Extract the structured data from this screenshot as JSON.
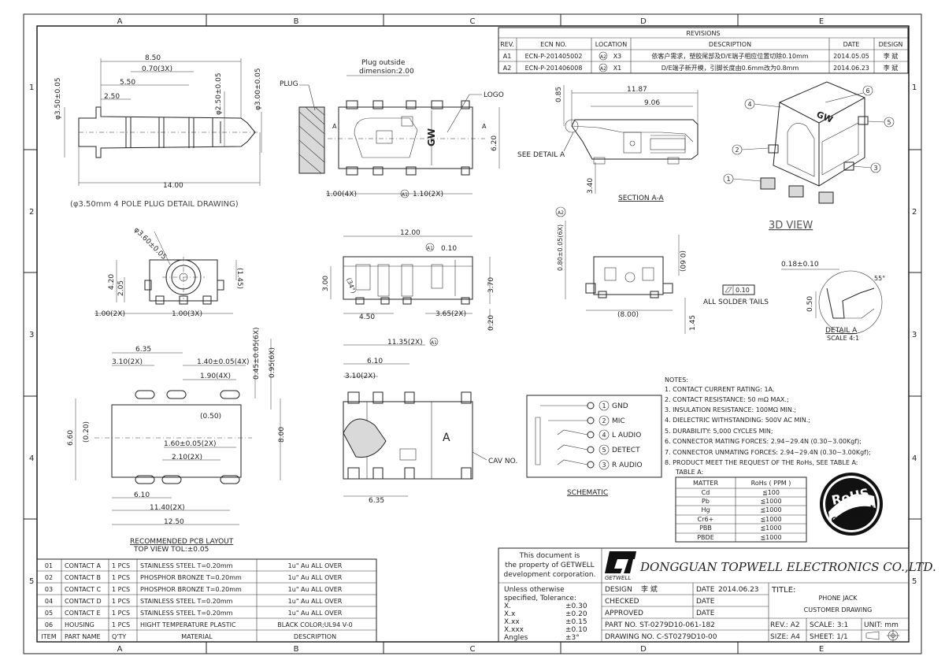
{
  "border": {
    "cols": [
      "A",
      "B",
      "C",
      "D",
      "E"
    ],
    "rows": [
      "1",
      "2",
      "3",
      "4",
      "5"
    ]
  },
  "revisions": {
    "title": "REVISIONS",
    "headers": [
      "REV.",
      "ECN NO.",
      "LOCATION",
      "DESCRIPTION",
      "DATE",
      "DESIGN"
    ],
    "rows": [
      {
        "rev": "A1",
        "ecn": "ECN-P-201405002",
        "loc_ref": "A2",
        "loc_dir": "X3",
        "desc": "依客户需求，塑胶尾部及D/E端子相应位置切除0.10mm",
        "date": "2014.05.05",
        "design": "李 斌"
      },
      {
        "rev": "A2",
        "ecn": "ECN-P-201406008",
        "loc_ref": "A2",
        "loc_dir": "X1",
        "desc": "D/E端子新开模，引脚长度由0.6mm改为0.8mm",
        "date": "2014.06.23",
        "design": "李 斌"
      }
    ]
  },
  "plug": {
    "d_350": "φ3.50±0.05",
    "d_250": "φ2.50±0.05",
    "d_300": "φ3.00±0.05",
    "l_850": "8.50",
    "l_070": "0.70(3X)",
    "l_550": "5.50",
    "l_250": "2.50",
    "l_1400": "14.00",
    "caption": "(φ3.50mm 4 POLE PLUG DETAIL DRAWING)"
  },
  "top_view": {
    "plug_outside": "Plug outside",
    "dimension": "dimension:2.00",
    "plug_label": "PLUG",
    "logo_label": "LOGO",
    "logo_text": "GW",
    "section_mark": "A",
    "dim_620": "6.20",
    "dim_100": "1.00(4X)",
    "dim_110_ref": "A1",
    "dim_110": "1.10(2X)"
  },
  "section": {
    "d_1187": "11.87",
    "d_906": "9.06",
    "d_085": "0.85",
    "d_340": "3.40",
    "see_detail": "SEE DETAIL A",
    "title": "SECTION A-A"
  },
  "view3d": {
    "title": "3D VIEW",
    "logo": "GW",
    "callouts": [
      "1",
      "2",
      "3",
      "4",
      "5",
      "6"
    ]
  },
  "front_view": {
    "d_360": "φ3.60±0.05",
    "d_420": "4.20",
    "d_205": "2.05",
    "d_145": "(1.45)",
    "d_100_2x": "1.00(2X)",
    "d_100_3x": "1.00(3X)"
  },
  "side_view": {
    "d_1200": "12.00",
    "a1_ref": "A1",
    "d_010": "0.10",
    "d_300": "3.00",
    "d_341": "(34°)",
    "d_450": "4.50",
    "d_365": "3.65(2X)",
    "d_370": "3.70",
    "d_020": "0.20"
  },
  "end_view": {
    "a2_ref": "A2",
    "d_080": "0.80±0.05(6X)",
    "d_060": "(0.60)",
    "flat_val": "0.10",
    "solder": "ALL SOLDER TAILS",
    "d_800": "(8.00)",
    "d_145": "1.45"
  },
  "detail_a": {
    "d_018": "0.18±0.10",
    "angle": "55°",
    "d_050": "0.50",
    "title": "DETAIL A",
    "scale": "SCALE 4:1"
  },
  "pcb": {
    "d_635": "6.35",
    "d_310": "3.10(2X)",
    "d_140": "1.40±0.05(4X)",
    "d_190": "1.90(4X)",
    "d_045": "0.45±0.05(6X)",
    "d_095": "0.95(6X)",
    "d_020": "(0.20)",
    "d_050": "(0.50)",
    "d_660": "6.60",
    "d_160": "1.60±0.05(2X)",
    "d_210": "2.10(2X)",
    "d_800": "8.00",
    "d_610": "6.10",
    "d_1140": "11.40(2X)",
    "d_1250": "12.50",
    "title": "RECOMMENDED PCB LAYOUT",
    "subtitle": "TOP VIEW TOL:±0.05"
  },
  "bottom_view": {
    "d_1135": "11.35(2X)",
    "a1_ref": "A1",
    "d_610": "6.10",
    "d_310": "3.10(2X)",
    "d_635": "6.35",
    "cav": "CAV NO.",
    "mark": "A"
  },
  "schematic": {
    "title": "SCHEMATIC",
    "pins": [
      {
        "n": "1",
        "label": "GND"
      },
      {
        "n": "2",
        "label": "MIC"
      },
      {
        "n": "4",
        "label": "L AUDIO"
      },
      {
        "n": "5",
        "label": "DETECT"
      },
      {
        "n": "3",
        "label": "R AUDIO"
      }
    ]
  },
  "notes": {
    "title": "NOTES:",
    "items": [
      "1. CONTACT CURRENT RATING: 1A.",
      "2. CONTACT RESISTANCE: 50 mΩ MAX.;",
      "3. INSULATION RESISTANCE: 100MΩ MIN.;",
      "4. DIELECTRIC WITHSTANDING: 500V AC MIN.;",
      "5. DURABILITY: 5,000 CYCLES MIN;",
      "6. CONNECTOR MATING FORCES: 2.94~29.4N (0.30~3.00Kgf);",
      "7. CONNECTOR UNMATING FORCES: 2.94~29.4N (0.30~3.00Kgf);",
      "8. PRODUCT MEET THE REQUEST OF THE RoHs, SEE TABLE A:"
    ],
    "table_title": "TABLE A:"
  },
  "rohs_table": {
    "headers": [
      "MATTER",
      "RoHs ( PPM )"
    ],
    "rows": [
      [
        "Cd",
        "≦100"
      ],
      [
        "Pb",
        "≦1000"
      ],
      [
        "Hg",
        "≦1000"
      ],
      [
        "Cr6+",
        "≦1000"
      ],
      [
        "PBB",
        "≦1000"
      ],
      [
        "PBDE",
        "≦1000"
      ]
    ]
  },
  "rohs_badge": {
    "line1": "RoHS",
    "line2": "Compliant"
  },
  "bom": {
    "headers": [
      "ITEM",
      "PART NAME",
      "Q'TY",
      "MATERIAL",
      "DESCRIPTION"
    ],
    "rows": [
      [
        "01",
        "CONTACT A",
        "1 PCS",
        "STAINLESS STEEL T=0.20mm",
        "1u\" Au ALL OVER"
      ],
      [
        "02",
        "CONTACT B",
        "1 PCS",
        "PHOSPHOR BRONZE T=0.20mm",
        "1u\" Au ALL OVER"
      ],
      [
        "03",
        "CONTACT C",
        "1 PCS",
        "PHOSPHOR BRONZE T=0.20mm",
        "1u\" Au ALL OVER"
      ],
      [
        "04",
        "CONTACT D",
        "1 PCS",
        "STAINLESS STEEL T=0.20mm",
        "1u\" Au ALL OVER"
      ],
      [
        "05",
        "CONTACT E",
        "1 PCS",
        "STAINLESS STEEL T=0.20mm",
        "1u\" Au ALL OVER"
      ],
      [
        "06",
        "HOUSING",
        "1 PCS",
        "HIGHT TEMPERATURE PLASTIC",
        "BLACK COLOR;UL94 V-0"
      ]
    ]
  },
  "title_block": {
    "property": [
      "This document is",
      "the property of GETWELL",
      "development corporation."
    ],
    "logo_text": "GETWELL",
    "company": "DONGGUAN TOPWELL ELECTRONICS CO.,LTD.",
    "tol_title": [
      "Unless otherwise",
      "specified, Tolerance:"
    ],
    "tolerances": [
      [
        "X.",
        "±0.30"
      ],
      [
        "X.x",
        "±0.20"
      ],
      [
        "X.xx",
        "±0.15"
      ],
      [
        "X.xxx",
        "±0.10"
      ],
      [
        "Angles",
        "±3°"
      ]
    ],
    "design_label": "DESIGN",
    "design_name": "李 斌",
    "date_label": "DATE",
    "date_value": "2014.06.23",
    "checked": "CHECKED",
    "approved": "APPROVED",
    "title_label": "TITLE:",
    "title_line1": "PHONE JACK",
    "title_line2": "CUSTOMER DRAWING",
    "part_no": "PART NO.  ST-0279D10-061-182",
    "drawing_no": "DRAWING NO.  C-ST0279D10-00",
    "rev": "REV.: A2",
    "scale": "SCALE: 3:1",
    "unit": "UNIT:  mm",
    "size": "SIZE: A4",
    "sheet": "SHEET: 1/1"
  }
}
